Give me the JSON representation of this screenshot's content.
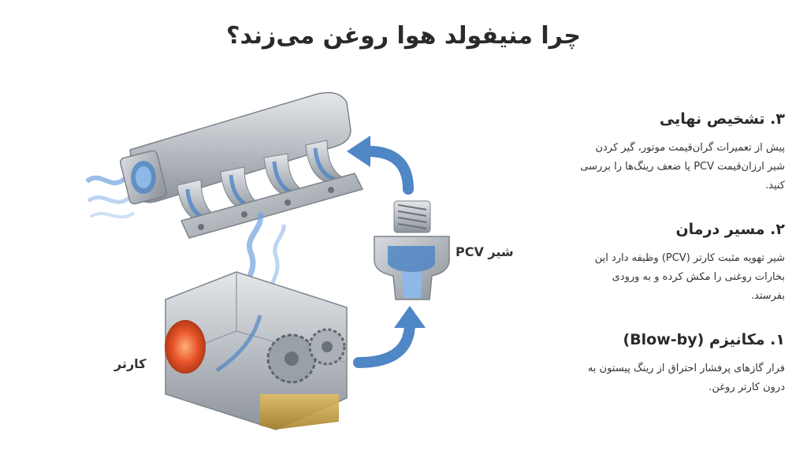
{
  "title": "چرا منیفولد هوا روغن می‌زند؟",
  "labels": {
    "pcv_valve": "شیر PCV",
    "crankcase": "کارتر"
  },
  "steps": [
    {
      "title": "۳. تشخیص نهایی",
      "body": "پیش از تعمیرات گران‌قیمت موتور، گیر کردن شیر ارزان‌قیمت PCV یا ضعف رینگ‌ها را بررسی کنید."
    },
    {
      "title": "۲. مسیر درمان",
      "body": "شیر تهویه مثبت کارتر (PCV) وظیفه دارد این بخارات روغنی را مکش کرده و به ورودی بفرستد."
    },
    {
      "title": "۱. مکانیزم (Blow-by)",
      "body": "فرار گازهای پرفشار احتراق از رینگ پیستون به درون کارتر روغن."
    }
  ],
  "colors": {
    "arrow": "#4f86c6",
    "vapor": "#6fa3df",
    "metal": "#b9bec4",
    "metal_dark": "#7d838a",
    "oil": "#c7a24a",
    "heat": "#e7542a"
  },
  "icons": [
    "intake-manifold-illustration",
    "crankcase-illustration",
    "pcv-valve-illustration",
    "curved-arrow-icon"
  ]
}
